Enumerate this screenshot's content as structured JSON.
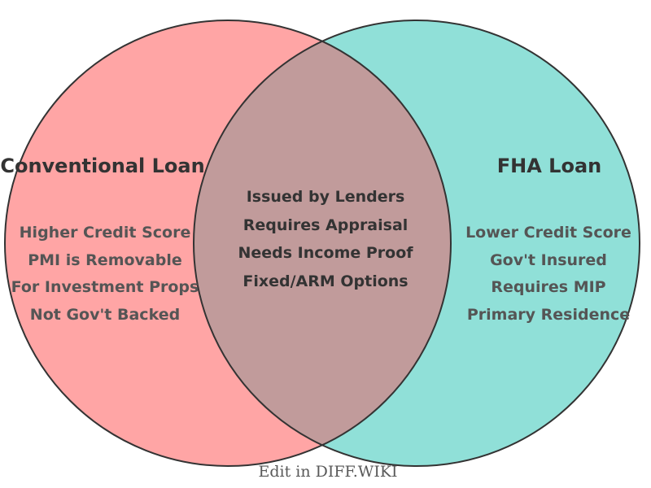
{
  "diagram": {
    "type": "venn",
    "left": {
      "title": "Conventional Loan",
      "items": [
        "Higher Credit Score",
        "PMI is Removable",
        "For Investment Props",
        "Not Gov't Backed"
      ]
    },
    "right": {
      "title": "FHA Loan",
      "items": [
        "Lower Credit Score",
        "Gov't Insured",
        "Requires MIP",
        "Primary Residence"
      ]
    },
    "intersection": {
      "items": [
        "Issued by Lenders",
        "Requires Appraisal",
        "Needs Income Proof",
        "Fixed/ARM Options"
      ]
    }
  },
  "footer": {
    "caption": "Edit in DIFF.WIKI"
  },
  "colors": {
    "left_fill": "#FFA5A5",
    "right_fill": "#90E0D8",
    "overlap_fill": "#C19B9B",
    "outline": "#333333",
    "title_text": "#333333",
    "item_text": "#555555",
    "center_text": "#333333",
    "caption_text": "#595959",
    "background": "#FFFFFF"
  }
}
